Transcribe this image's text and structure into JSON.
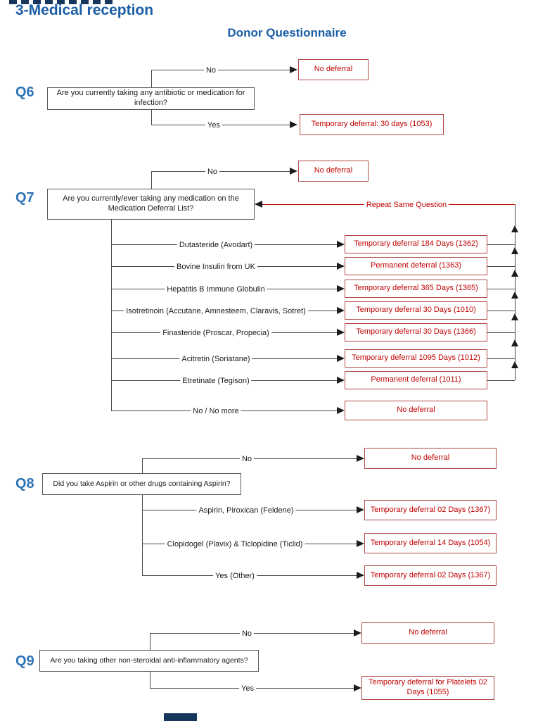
{
  "title": "3-Medical reception",
  "subtitle": "Donor Questionnaire",
  "colors": {
    "title_blue": "#1b5ea6",
    "q_label_blue": "#2e74b5",
    "deferral_red": "#c00000",
    "outcome_border_red": "#b04845",
    "question_border_gray": "#595959"
  },
  "q6": {
    "id": "Q6",
    "question": "Are you currently taking any antibiotic or medication for infection?",
    "no_label": "No",
    "no_outcome": "No deferral",
    "yes_label": "Yes",
    "yes_outcome": "Temporary deferral: 30 days (1053)"
  },
  "q7": {
    "id": "Q7",
    "question": "Are you currently/ever taking any medication on the Medication Deferral List?",
    "no_label": "No",
    "no_outcome": "No deferral",
    "loop_label": "Repeat Same Question",
    "rows": [
      {
        "label": "Dutasteride (Avodart)",
        "outcome": "Temporary deferral 184 Days (1362)"
      },
      {
        "label": "Bovine Insulin from UK",
        "outcome": "Permanent deferral (1363)"
      },
      {
        "label": "Hepatitis B Immune Globulin",
        "outcome": "Temporary deferral 365 Days (1365)"
      },
      {
        "label": "Isotretinoin (Accutane, Amnesteem, Claravis, Sotret)",
        "outcome": "Temporary deferral 30 Days (1010)"
      },
      {
        "label": "Finasteride (Proscar, Propecia)",
        "outcome": "Temporary deferral 30 Days (1366)"
      },
      {
        "label": "Acitretin (Soriatane)",
        "outcome": "Temporary deferral 1095 Days (1012)"
      },
      {
        "label": "Etretinate (Tegison)",
        "outcome": "Permanent deferral (1011)"
      },
      {
        "label": "No / No more",
        "outcome": "No deferral"
      }
    ]
  },
  "q8": {
    "id": "Q8",
    "question": "Did you take Aspirin or other drugs containing Aspirin?",
    "no_label": "No",
    "no_outcome": "No deferral",
    "rows": [
      {
        "label": "Aspirin, Piroxican (Feldene)",
        "outcome": "Temporary deferral 02 Days (1367)"
      },
      {
        "label": "Clopidogel (Plavix) & Ticlopidine (Ticlid)",
        "outcome": "Temporary deferral 14 Days (1054)"
      },
      {
        "label": "Yes (Other)",
        "outcome": "Temporary deferral 02 Days (1367)"
      }
    ]
  },
  "q9": {
    "id": "Q9",
    "question": "Are you taking other non-steroidal anti-inflammatory agents?",
    "no_label": "No",
    "no_outcome": "No deferral",
    "yes_label": "Yes",
    "yes_outcome": "Temporary deferral for Platelets 02 Days (1055)"
  }
}
